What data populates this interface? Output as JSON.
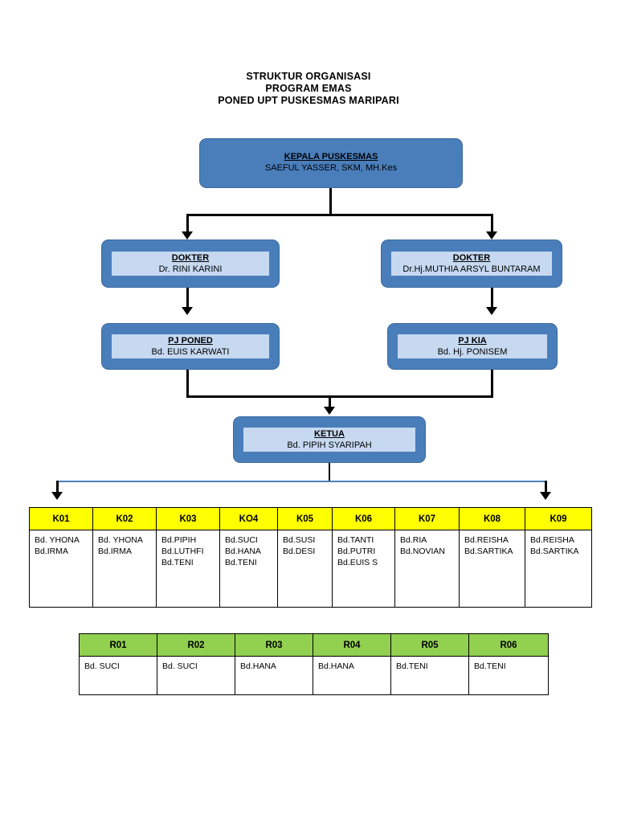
{
  "title": {
    "line1": "STRUKTUR ORGANISASI",
    "line2": "PROGRAM EMAS",
    "line3": "PONED UPT PUSKESMAS MARIPARI"
  },
  "nodes": {
    "kepala": {
      "role": "KEPALA PUSKESMAS",
      "person": "SAEFUL YASSER, SKM, MH.Kes"
    },
    "dokter1": {
      "role": "DOKTER",
      "person": "Dr. RINI KARINI"
    },
    "dokter2": {
      "role": "DOKTER",
      "person": "Dr.Hj.MUTHIA ARSYL BUNTARAM"
    },
    "pjponed": {
      "role": "PJ PONED",
      "person": "Bd. EUIS KARWATI"
    },
    "pjkia": {
      "role": "PJ KIA",
      "person": "Bd. Hj. PONISEM"
    },
    "ketua": {
      "role": "KETUA",
      "person": "Bd. PIPIH SYARIPAH"
    }
  },
  "k_table": {
    "header_color": "#ffff00",
    "headers": [
      "K01",
      "K02",
      "K03",
      "KO4",
      "K05",
      "K06",
      "K07",
      "K08",
      "K09"
    ],
    "cells": [
      [
        "Bd. YHONA",
        "Bd.IRMA"
      ],
      [
        "Bd. YHONA",
        "Bd.IRMA"
      ],
      [
        "Bd.PIPIH",
        "Bd.LUTHFI",
        "Bd.TENI"
      ],
      [
        "Bd.SUCI",
        "Bd.HANA",
        "Bd.TENI"
      ],
      [
        "Bd.SUSI",
        "Bd.DESI"
      ],
      [
        "Bd.TANTI",
        "Bd.PUTRI",
        "Bd.EUIS S"
      ],
      [
        "Bd.RIA",
        "Bd.NOVIAN"
      ],
      [
        "Bd.REISHA",
        "Bd.SARTIKA"
      ],
      [
        "Bd.REISHA",
        "Bd.SARTIKA"
      ]
    ]
  },
  "r_table": {
    "header_color": "#92d050",
    "headers": [
      "R01",
      "R02",
      "R03",
      "R04",
      "R05",
      "R06"
    ],
    "cells": [
      [
        "Bd. SUCI"
      ],
      [
        "Bd. SUCI"
      ],
      [
        "Bd.HANA"
      ],
      [
        "Bd.HANA"
      ],
      [
        "Bd.TENI"
      ],
      [
        "Bd.TENI"
      ]
    ]
  },
  "colors": {
    "box_fill": "#4a7ebb",
    "box_strip": "#c6d9f1",
    "connector": "#000000",
    "blue_connector": "#4a7ebb"
  }
}
